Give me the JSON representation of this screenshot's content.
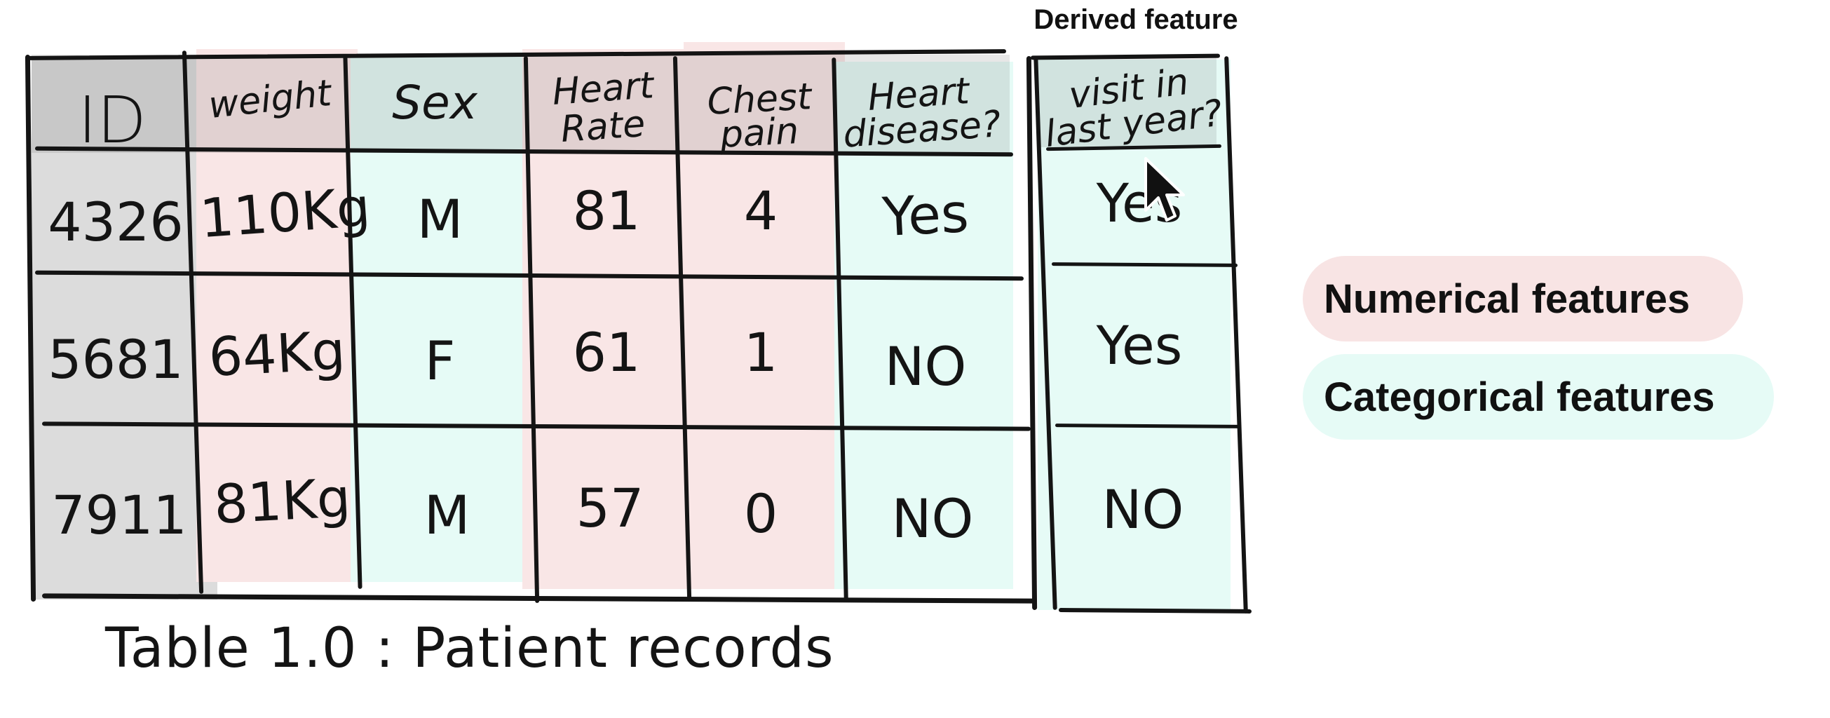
{
  "derived_title": "Derived feature",
  "table": {
    "caption": "Table 1.0 : Patient records",
    "headers": {
      "id": "ID",
      "weight": "weight",
      "sex": "Sex",
      "heart_rate_1": "Heart",
      "heart_rate_2": "Rate",
      "chest_pain_1": "Chest",
      "chest_pain_2": "pain",
      "heart_disease_1": "Heart",
      "heart_disease_2": "disease?",
      "visit_1": "visit in",
      "visit_2": "last year?"
    },
    "rows": [
      {
        "id": "4326",
        "weight": "110Kg",
        "sex": "M",
        "heart_rate": "81",
        "chest_pain": "4",
        "heart_disease": "Yes",
        "visit": "Yes"
      },
      {
        "id": "5681",
        "weight": "64Kg",
        "sex": "F",
        "heart_rate": "61",
        "chest_pain": "1",
        "heart_disease": "NO",
        "visit": "Yes"
      },
      {
        "id": "7911",
        "weight": "81Kg",
        "sex": "M",
        "heart_rate": "57",
        "chest_pain": "0",
        "heart_disease": "NO",
        "visit": "NO"
      }
    ]
  },
  "legend": {
    "numerical": "Numerical features",
    "categorical": "Categorical features"
  },
  "colors": {
    "numerical": "#f9e6e6",
    "categorical": "#e6fbf6",
    "id": "#dcdcdc",
    "ink": "#141414"
  },
  "icons": {
    "cursor": "mouse-pointer-icon"
  }
}
